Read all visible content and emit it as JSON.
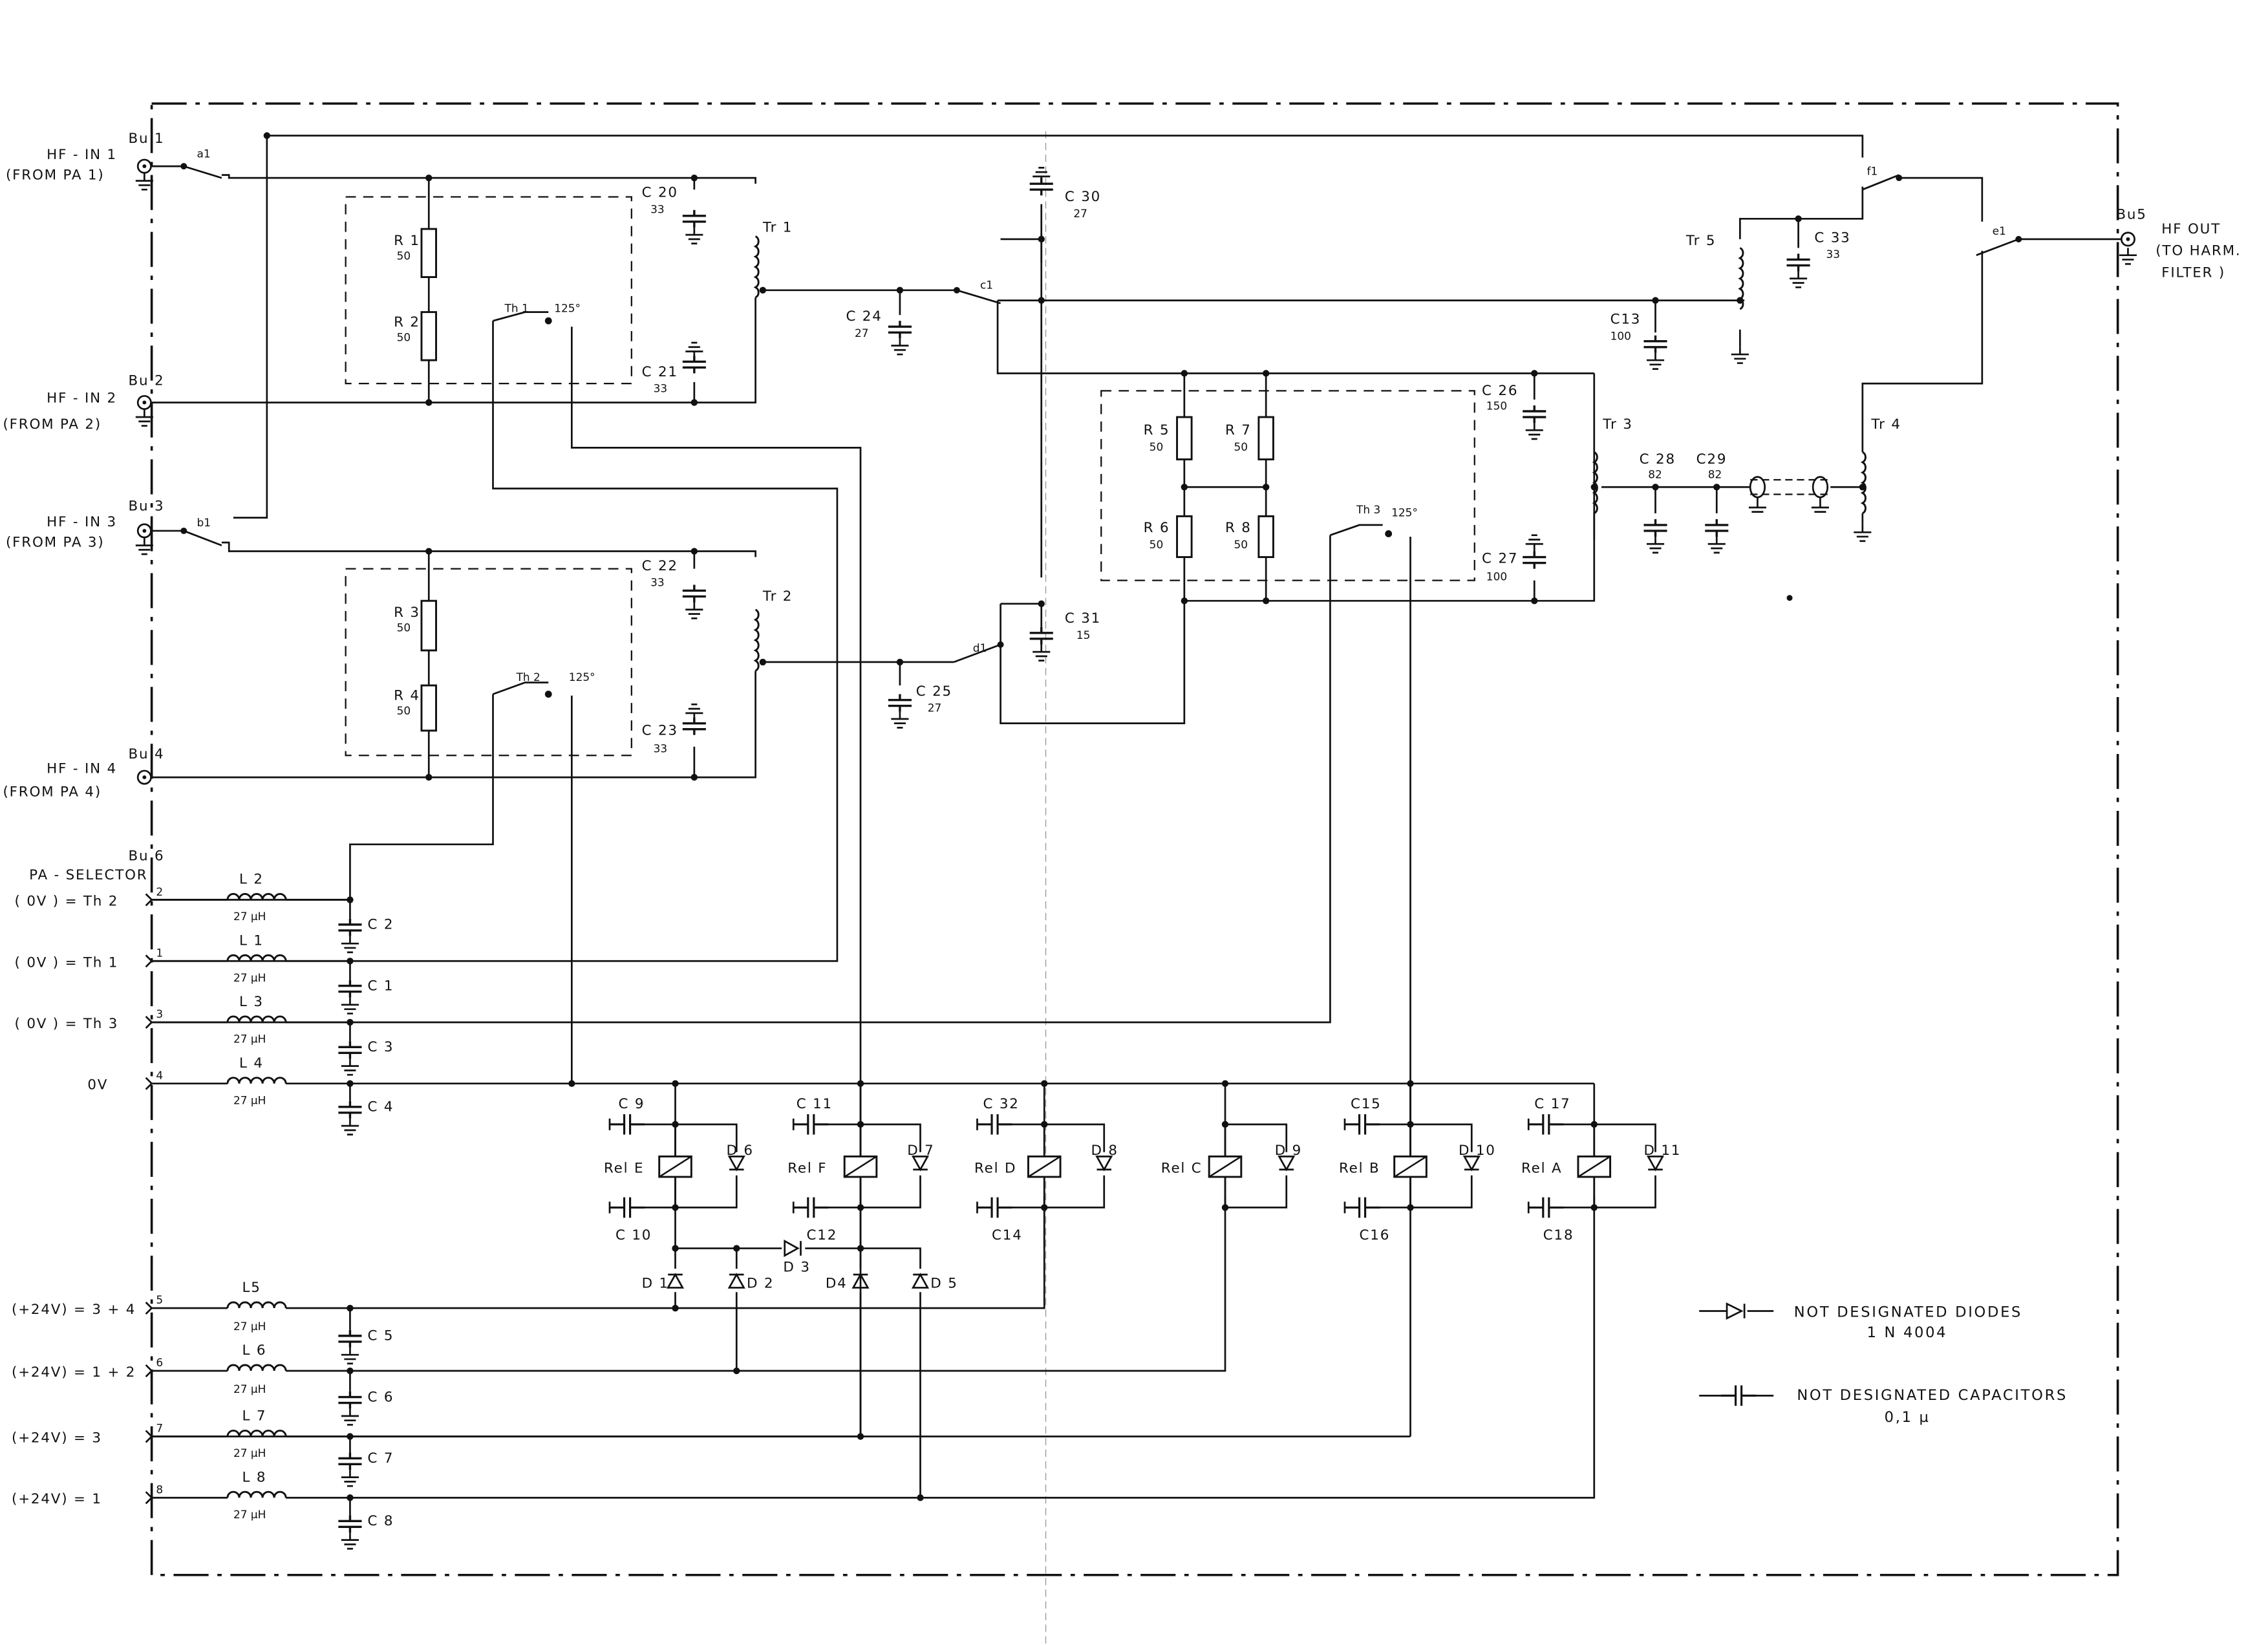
{
  "connectors": {
    "bu1": "Bu 1",
    "bu2": "Bu 2",
    "bu3": "Bu 3",
    "bu4": "Bu 4",
    "bu5": "Bu5",
    "bu6": "Bu 6"
  },
  "inputs": {
    "in1": "HF - IN 1",
    "in1_from": "(FROM PA 1)",
    "in2": "HF - IN 2",
    "in2_from": "(FROM PA 2)",
    "in3": "HF - IN 3",
    "in3_from": "(FROM PA 3)",
    "in4": "HF - IN 4",
    "in4_from": "(FROM PA 4)"
  },
  "output": {
    "line1": "HF OUT",
    "line2": "(TO HARM.",
    "line3": "FILTER )"
  },
  "switches": {
    "a1": "a1",
    "b1": "b1",
    "c1": "c1",
    "d1": "d1",
    "e1": "e1",
    "f1": "f1"
  },
  "resistors": {
    "r1": "R 1",
    "r2": "R 2",
    "r3": "R 3",
    "r4": "R 4",
    "r5": "R 5",
    "r6": "R 6",
    "r7": "R 7",
    "r8": "R 8",
    "v50": "50"
  },
  "thermal": {
    "th1": "Th 1",
    "th2": "Th 2",
    "th3": "Th 3",
    "temp": "125°"
  },
  "transformers": {
    "tr1": "Tr 1",
    "tr2": "Tr 2",
    "tr3": "Tr 3",
    "tr4": "Tr 4",
    "tr5": "Tr 5"
  },
  "caps": {
    "c20": "C 20",
    "c20v": "33",
    "c21": "C 21",
    "c21v": "33",
    "c22": "C 22",
    "c22v": "33",
    "c23": "C 23",
    "c23v": "33",
    "c24": "C 24",
    "c24v": "27",
    "c25": "C 25",
    "c25v": "27",
    "c26": "C 26",
    "c26v": "150",
    "c27": "C 27",
    "c27v": "100",
    "c28": "C 28",
    "c28v": "82",
    "c29": "C29",
    "c29v": "82",
    "c30": "C 30",
    "c30v": "27",
    "c31": "C 31",
    "c31v": "15",
    "c33": "C 33",
    "c33v": "33",
    "c13": "C13",
    "c13v": "100",
    "c1": "C 1",
    "c2": "C 2",
    "c3": "C 3",
    "c4": "C 4",
    "c5": "C 5",
    "c6": "C 6",
    "c7": "C 7",
    "c8": "C 8",
    "c9": "C 9",
    "c10": "C 10",
    "c11": "C 11",
    "c12": "C12",
    "c14": "C14",
    "c15": "C15",
    "c16": "C16",
    "c17": "C 17",
    "c18": "C18",
    "c32": "C 32"
  },
  "selector": {
    "title": "PA - SELECTOR",
    "p2": "( 0V ) = Th 2",
    "p1": "( 0V ) = Th 1",
    "p3": "( 0V ) = Th 3",
    "p4": "0V",
    "p5": "(+24V) = 3 + 4",
    "p6": "(+24V) = 1 + 2",
    "p7": "(+24V) = 3",
    "p8": "(+24V) = 1",
    "n1": "1",
    "n2": "2",
    "n3": "3",
    "n4": "4",
    "n5": "5",
    "n6": "6",
    "n7": "7",
    "n8": "8"
  },
  "inductors": {
    "l1": "L 1",
    "l2": "L 2",
    "l3": "L 3",
    "l4": "L 4",
    "l5": "L5",
    "l6": "L 6",
    "l7": "L 7",
    "l8": "L 8",
    "value": "27 µH"
  },
  "relays": {
    "a": "Rel A",
    "b": "Rel B",
    "c": "Rel C",
    "d": "Rel D",
    "e": "Rel E",
    "f": "Rel F"
  },
  "diodes": {
    "d1": "D 1",
    "d2": "D 2",
    "d3": "D 3",
    "d4": "D4",
    "d5": "D 5",
    "d6": "D 6",
    "d7": "D 7",
    "d8": "D 8",
    "d9": "D 9",
    "d10": "D 10",
    "d11": "D 11"
  },
  "legend": {
    "diodes_line1": "NOT DESIGNATED DIODES",
    "diodes_line2": "1 N 4004",
    "caps_line1": "NOT DESIGNATED CAPACITORS",
    "caps_line2": "0,1 µ"
  }
}
